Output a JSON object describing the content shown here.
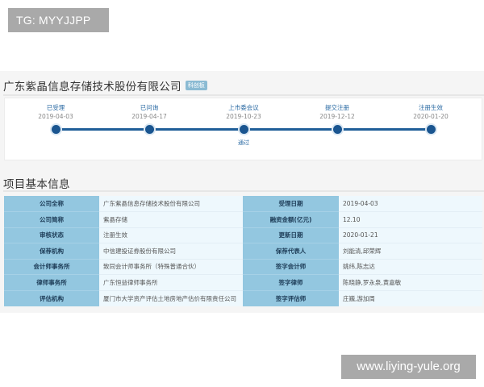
{
  "watermarks": {
    "top": "TG: MYYJJPP",
    "bottom": "www.liying-yule.org"
  },
  "company": {
    "title": "广东紫晶信息存储技术股份有限公司",
    "badge": "科创板"
  },
  "timeline": {
    "colors": {
      "line": "#1f5e99",
      "dot": "#1a5590",
      "label": "#2a6aa3"
    },
    "steps": [
      {
        "label": "已受理",
        "date": "2019-04-03",
        "note": ""
      },
      {
        "label": "已问询",
        "date": "2019-04-17",
        "note": ""
      },
      {
        "label": "上市委会议",
        "date": "2019-10-23",
        "note": "通过"
      },
      {
        "label": "提交注册",
        "date": "2019-12-12",
        "note": ""
      },
      {
        "label": "注册生效",
        "date": "2020-01-20",
        "note": ""
      }
    ]
  },
  "project_info": {
    "section_title": "项目基本信息",
    "rows": [
      {
        "label1": "公司全称",
        "value1": "广东紫晶信息存储技术股份有限公司",
        "label2": "受理日期",
        "value2": "2019-04-03"
      },
      {
        "label1": "公司简称",
        "value1": "紫晶存储",
        "label2": "融资金额(亿元)",
        "value2": "12.10"
      },
      {
        "label1": "审核状态",
        "value1": "注册生效",
        "label2": "更新日期",
        "value2": "2020-01-21"
      },
      {
        "label1": "保荐机构",
        "value1": "中信建投证券股份有限公司",
        "label2": "保荐代表人",
        "value2": "刘能清,邱荣辉"
      },
      {
        "label1": "会计师事务所",
        "value1": "致同会计师事务所（特殊普通合伙）",
        "label2": "签字会计师",
        "value2": "姚纬,陈志达"
      },
      {
        "label1": "律师事务所",
        "value1": "广东恒益律师事务所",
        "label2": "签字律师",
        "value2": "陈晓静,罗永泉,黄嘉敏"
      },
      {
        "label1": "评估机构",
        "value1": "厦门市大学资产评估土地房地产估价有限责任公司",
        "label2": "签字评估师",
        "value2": "庄巍,游加周"
      }
    ]
  }
}
